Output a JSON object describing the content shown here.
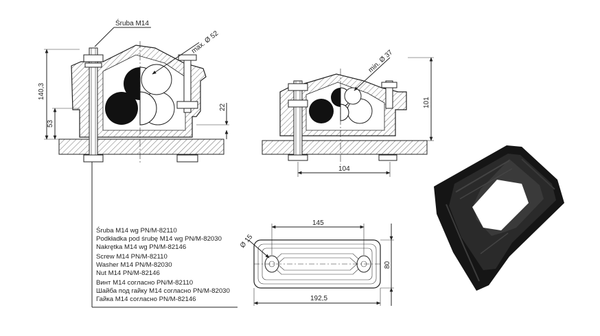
{
  "left_view": {
    "callout": "Śruba M14",
    "max_dia": "max. Ø 52",
    "dim_height_total": "140,3",
    "dim_height_base": "53",
    "dim_gap": "22"
  },
  "right_view": {
    "min_dia": "min. Ø 37",
    "dim_height": "101",
    "dim_width": "104"
  },
  "top_view": {
    "dim_hole": "Ø 15",
    "dim_inner_width": "145",
    "dim_outer_width": "192,5",
    "dim_depth": "80"
  },
  "notes": {
    "pl": [
      "Śruba M14 wg PN/M-82110",
      "Podkładka pod śrubę M14 wg PN/M-82030",
      "Nakrętka M14 wg PN/M-82146"
    ],
    "en": [
      "Screw M14  PN/M-82110",
      "Washer M14 PN/M-82030",
      "Nut M14 PN/M-82146"
    ],
    "ru": [
      "Винт M14 согласно PN/M-82110",
      "Шайба под гайку M14 согласно PN/M-82030",
      "Гайка M14 согласно PN/M-82146"
    ]
  }
}
